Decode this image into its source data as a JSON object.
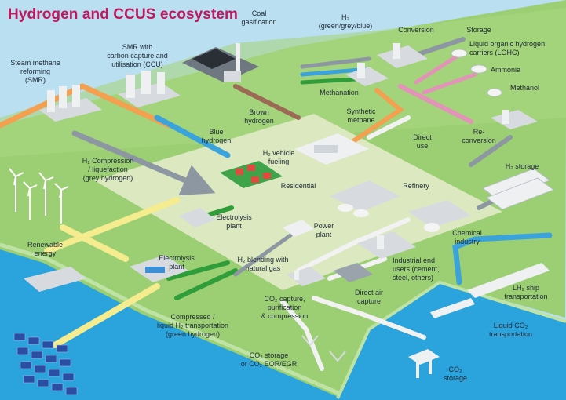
{
  "title": "Hydrogen and CCUS ecosystem",
  "labels": {
    "smr": "Steam methane\nreforming\n(SMR)",
    "smr_ccu": "SMR with\ncarbon capture and\nutilisation (CCU)",
    "coal": "Coal\ngasification",
    "h2_colors": "H₂\n(green/grey/blue)",
    "conversion": "Conversion",
    "storage": "Storage",
    "lohc": "Liquid organic hydrogen\ncarriers (LOHC)",
    "ammonia": "Ammonia",
    "methanol": "Methanol",
    "methanation": "Methanation",
    "brown": "Brown\nhydrogen",
    "synthetic": "Synthetic\nmethane",
    "direct_use": "Direct\nuse",
    "reconversion": "Re-\nconversion",
    "blue": "Blue\nhydrogen",
    "vehicle": "H₂ vehicle\nfueling",
    "compression": "H₂ Compression\n/ liquefaction\n(grey hydrogen)",
    "residential": "Residential",
    "refinery": "Refinery",
    "h2_storage": "H₂ storage",
    "electrolysis_top": "Electrolysis\nplant",
    "power": "Power\nplant",
    "chemical": "Chemical\nindustry",
    "renewable": "Renewable\nenergy",
    "electrolysis_bottom": "Electrolysis\nplant",
    "blending": "H₂ blending with\nnatural gas",
    "industrial": "Industrial end\nusers (cement,\nsteel, others)",
    "lh2_ship": "LH₂ ship\ntransportation",
    "co2_capture": "CO₂ capture,\npurification\n& compression",
    "direct_air": "Direct air\ncapture",
    "liquid_co2": "Liquid CO₂\ntransportation",
    "compressed": "Compressed /\nliquid H₂ transportation\n(green hydrogen)",
    "co2_storage_eor": "CO₂ storage\nor CO₂ EOR/EGR",
    "co2_storage": "CO₂\nstorage"
  },
  "colors": {
    "title": "#c0175f",
    "sky": "#b9dff0",
    "land": "#9ccf74",
    "land_dark": "#7fb85b",
    "hub": "#dbe8c0",
    "water": "#2ba3dd",
    "grey_flow": "#8c97a2",
    "blue_flow": "#3aa3dc",
    "green_flow": "#2f9e3a",
    "yellow_flow": "#f5ec8f",
    "orange_flow": "#f3a050",
    "pink_flow": "#e392b8",
    "brown_flow": "#9a6a55",
    "white_flow": "#f2f2f2"
  }
}
